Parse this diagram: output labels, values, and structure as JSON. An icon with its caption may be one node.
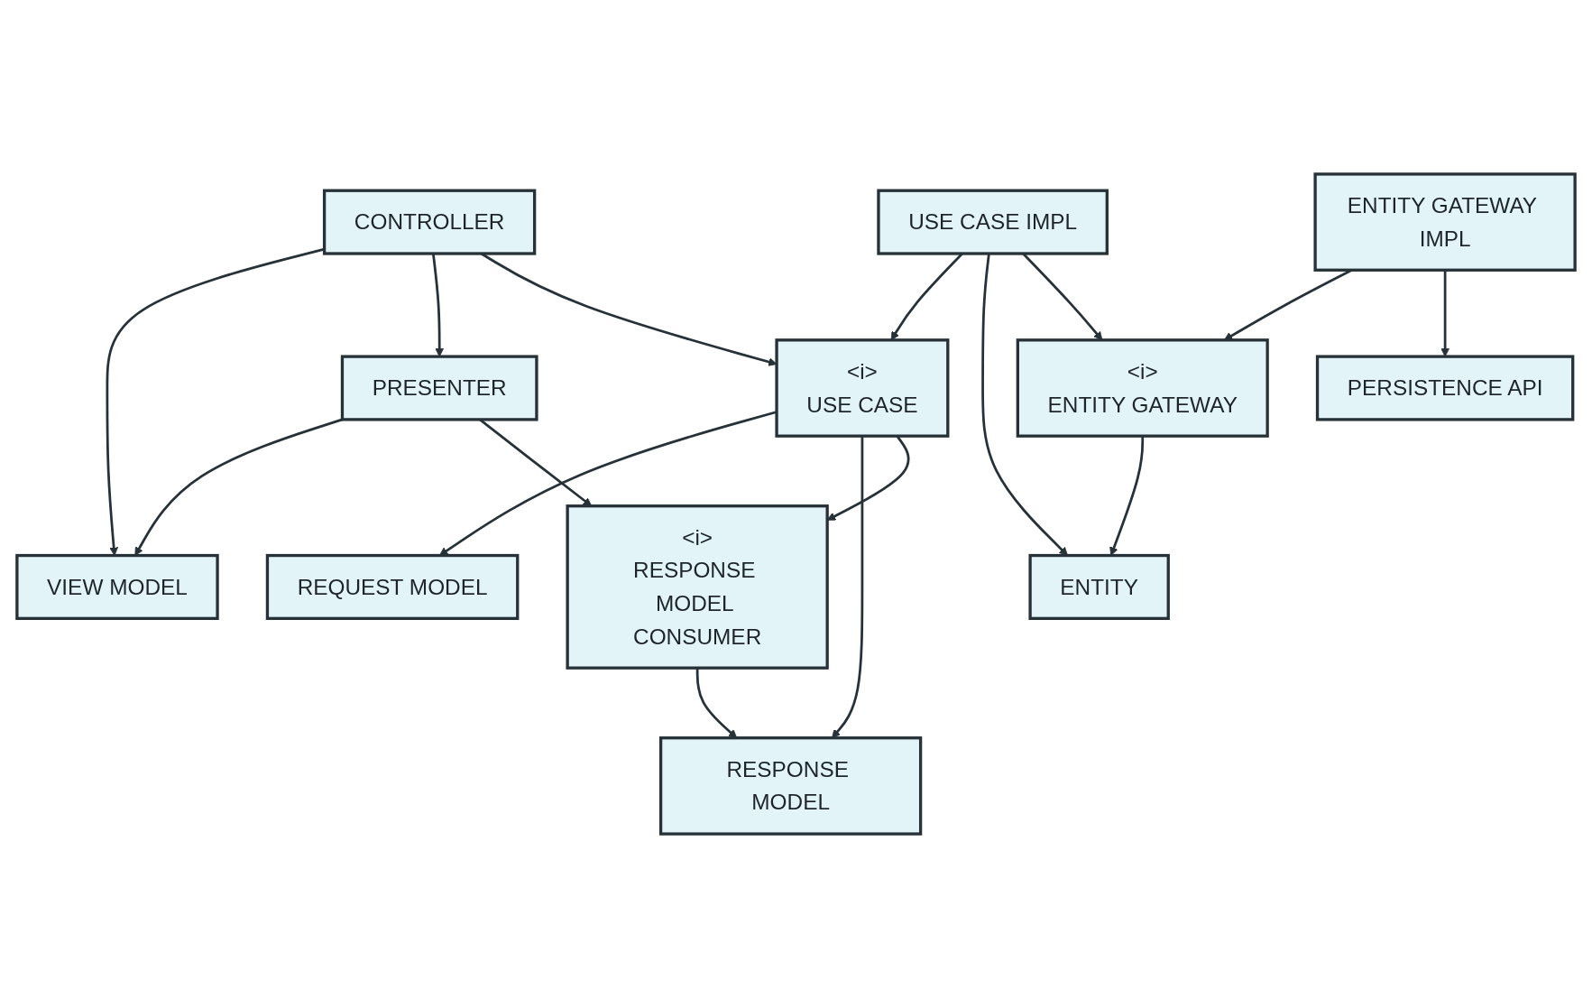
{
  "diagram": {
    "nodes": [
      {
        "text": [
          "CONTROLLER"
        ]
      },
      {
        "text": [
          "REQUEST MODEL"
        ]
      },
      {
        "text": [
          "VIEW MODEL"
        ]
      },
      {
        "text": [
          "<i>",
          "USE CASE"
        ]
      },
      {
        "text": [
          "USE CASE IMPL"
        ]
      },
      {
        "text": [
          "ENTITY"
        ]
      },
      {
        "text": [
          "PRESENTER"
        ]
      },
      {
        "text": [
          "RESPONSE MODEL"
        ]
      },
      {
        "text": [
          "<i>",
          "ENTITY GATEWAY"
        ]
      },
      {
        "text": [
          "<i>",
          "RESPONSE MODEL CONSUMER"
        ]
      },
      {
        "text": [
          "ENTITY GATEWAY IMPL"
        ]
      },
      {
        "text": [
          "PERSISTENCE API"
        ]
      }
    ],
    "edges": [
      {
        "from": 0,
        "to": 2,
        "arrow": "to"
      },
      {
        "from": 0,
        "to": 6,
        "arrow": "to"
      },
      {
        "from": 0,
        "to": 3,
        "arrow": "to"
      },
      {
        "from": 6,
        "to": 2,
        "arrow": "to"
      },
      {
        "from": 6,
        "to": 9,
        "arrow": "to"
      },
      {
        "from": 3,
        "to": 1,
        "arrow": "to"
      },
      {
        "from": 3,
        "to": 7,
        "arrow": "to"
      },
      {
        "from": 3,
        "to": 9,
        "arrow": "to"
      },
      {
        "from": 4,
        "to": 3,
        "arrow": "to"
      },
      {
        "from": 4,
        "to": 5,
        "arrow": "to"
      },
      {
        "from": 4,
        "to": 8,
        "arrow": "to"
      },
      {
        "from": 8,
        "to": 5,
        "arrow": "to"
      },
      {
        "from": 9,
        "to": 7,
        "arrow": "to"
      },
      {
        "from": 10,
        "to": 8,
        "arrow": "to"
      },
      {
        "from": 10,
        "to": 11,
        "arrow": "to"
      }
    ]
  }
}
